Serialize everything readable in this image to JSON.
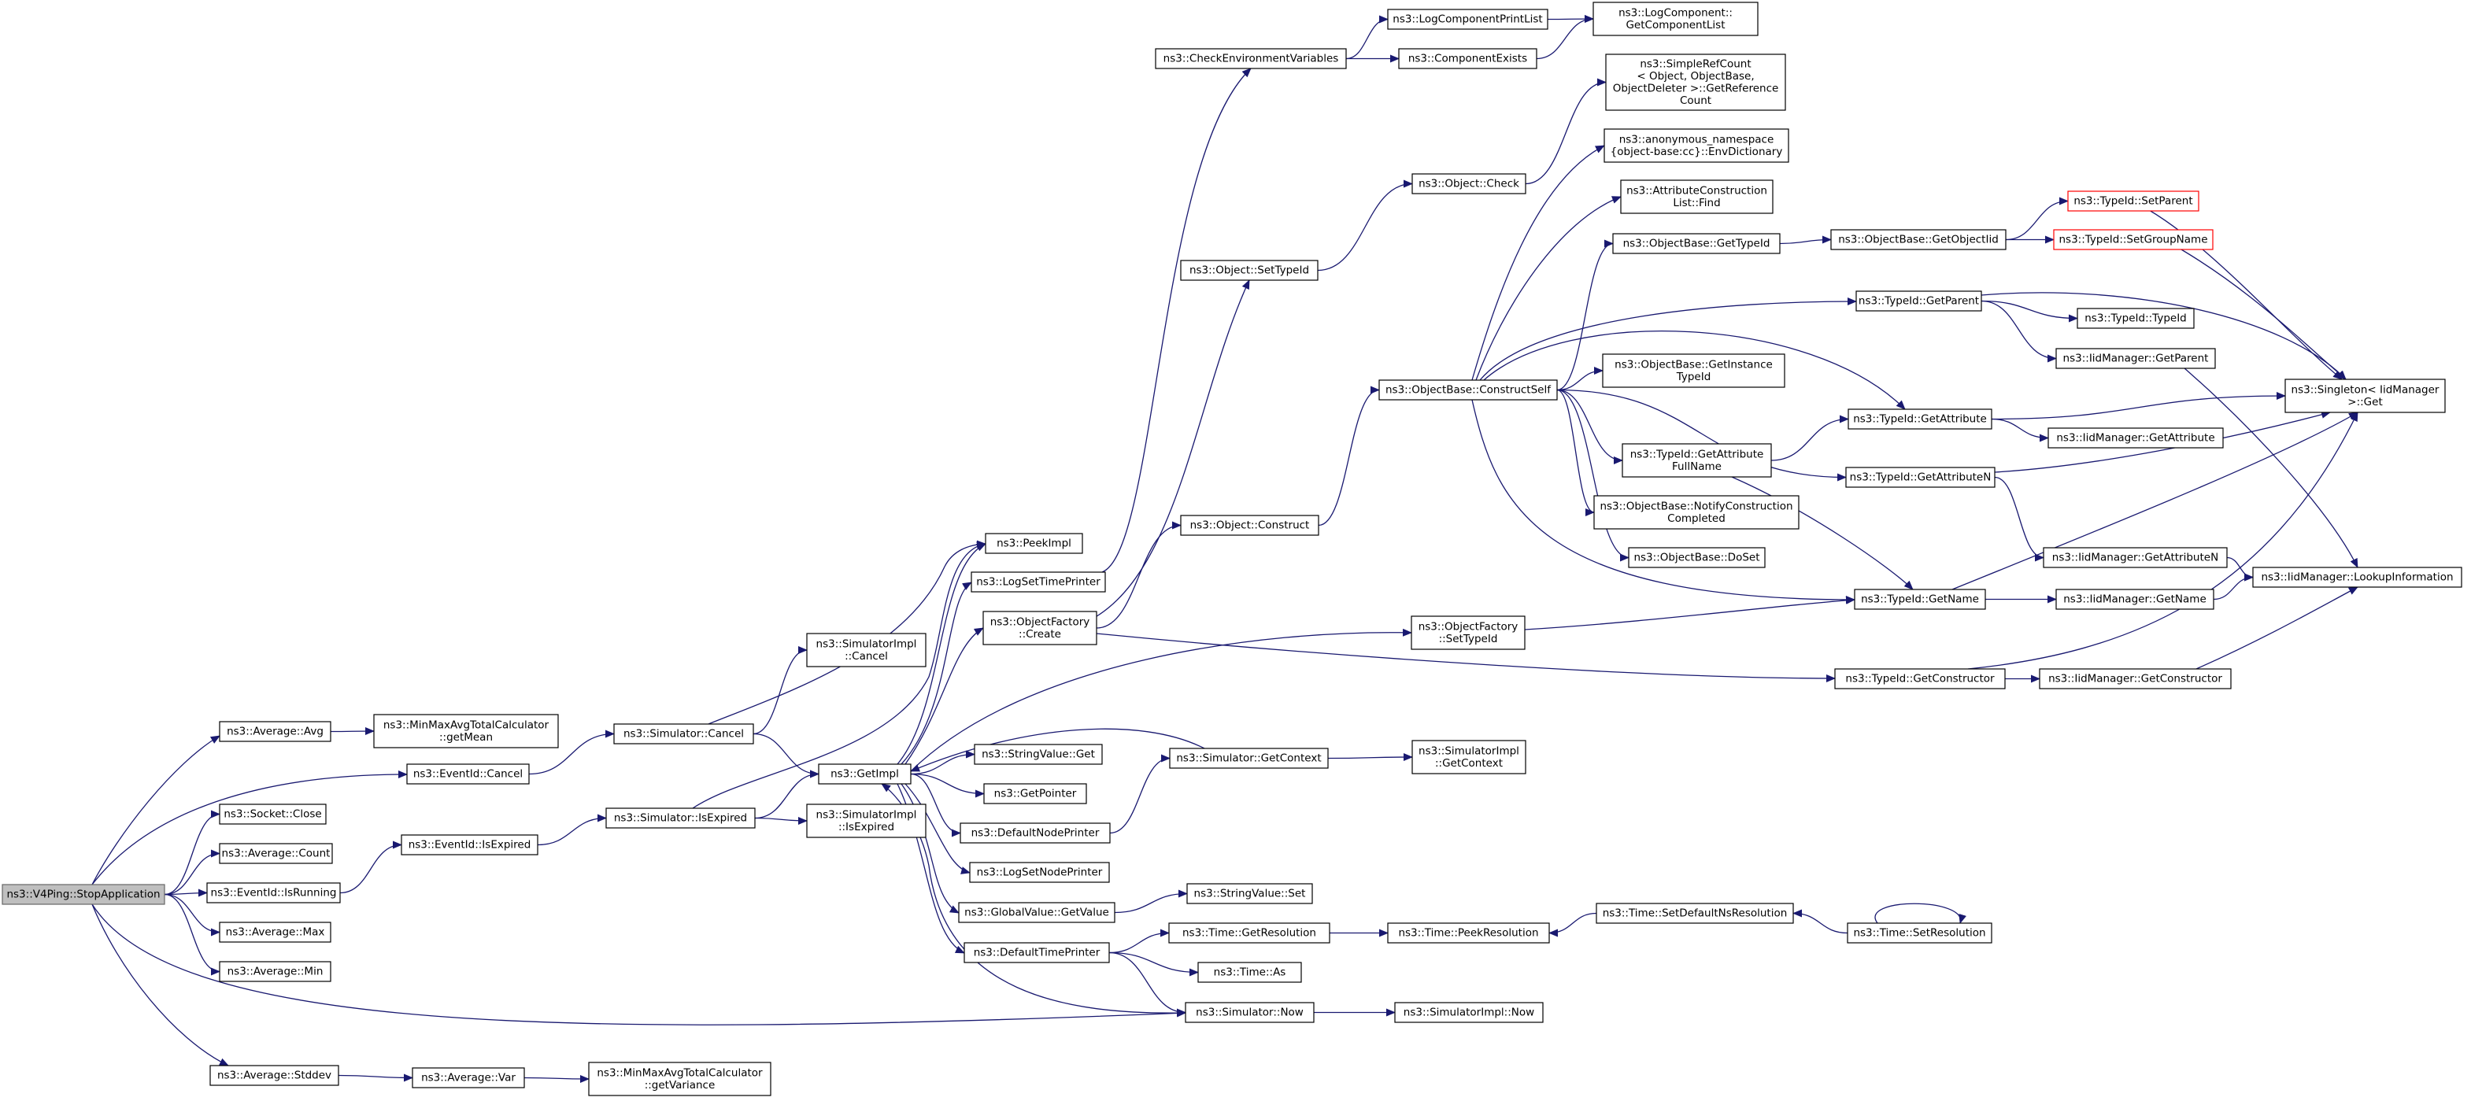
{
  "colors": {
    "edge": "#191970",
    "root_fill": "#bfbfbf",
    "red_border": "#ff0000",
    "node_border": "#000000"
  },
  "nodes": [
    {
      "id": "root",
      "lines": [
        "ns3::V4Ping::StopApplication"
      ]
    },
    {
      "id": "avg",
      "lines": [
        "ns3::Average::Avg"
      ]
    },
    {
      "id": "getmean",
      "lines": [
        "ns3::MinMaxAvgTotalCalculator",
        "::getMean"
      ]
    },
    {
      "id": "evcancel",
      "lines": [
        "ns3::EventId::Cancel"
      ]
    },
    {
      "id": "simcancel",
      "lines": [
        "ns3::Simulator::Cancel"
      ]
    },
    {
      "id": "simimplcancel",
      "lines": [
        "ns3::SimulatorImpl",
        "::Cancel"
      ]
    },
    {
      "id": "sockclose",
      "lines": [
        "ns3::Socket::Close"
      ]
    },
    {
      "id": "avgcount",
      "lines": [
        "ns3::Average::Count"
      ]
    },
    {
      "id": "isrunning",
      "lines": [
        "ns3::EventId::IsRunning"
      ]
    },
    {
      "id": "evisexpired",
      "lines": [
        "ns3::EventId::IsExpired"
      ]
    },
    {
      "id": "simisexpired",
      "lines": [
        "ns3::Simulator::IsExpired"
      ]
    },
    {
      "id": "simimplisexpired",
      "lines": [
        "ns3::SimulatorImpl",
        "::IsExpired"
      ]
    },
    {
      "id": "avgmax",
      "lines": [
        "ns3::Average::Max"
      ]
    },
    {
      "id": "avgmin",
      "lines": [
        "ns3::Average::Min"
      ]
    },
    {
      "id": "stddev",
      "lines": [
        "ns3::Average::Stddev"
      ]
    },
    {
      "id": "avgvar",
      "lines": [
        "ns3::Average::Var"
      ]
    },
    {
      "id": "getvariance",
      "lines": [
        "ns3::MinMaxAvgTotalCalculator",
        "::getVariance"
      ]
    },
    {
      "id": "getimpl",
      "lines": [
        "ns3::GetImpl"
      ]
    },
    {
      "id": "peekimpl",
      "lines": [
        "ns3::PeekImpl"
      ]
    },
    {
      "id": "logsettime",
      "lines": [
        "ns3::LogSetTimePrinter"
      ]
    },
    {
      "id": "objfactcreate",
      "lines": [
        "ns3::ObjectFactory",
        "::Create"
      ]
    },
    {
      "id": "stringget",
      "lines": [
        "ns3::StringValue::Get"
      ]
    },
    {
      "id": "getpointer",
      "lines": [
        "ns3::GetPointer"
      ]
    },
    {
      "id": "defnodeprinter",
      "lines": [
        "ns3::DefaultNodePrinter"
      ]
    },
    {
      "id": "logsetnode",
      "lines": [
        "ns3::LogSetNodePrinter"
      ]
    },
    {
      "id": "globalget",
      "lines": [
        "ns3::GlobalValue::GetValue"
      ]
    },
    {
      "id": "deftimeprinter",
      "lines": [
        "ns3::DefaultTimePrinter"
      ]
    },
    {
      "id": "checkenv",
      "lines": [
        "ns3::CheckEnvironmentVariables"
      ]
    },
    {
      "id": "logprintlist",
      "lines": [
        "ns3::LogComponentPrintList"
      ]
    },
    {
      "id": "getcomplist",
      "lines": [
        "ns3::LogComponent::",
        "GetComponentList"
      ]
    },
    {
      "id": "compexists",
      "lines": [
        "ns3::ComponentExists"
      ]
    },
    {
      "id": "objsettypeid",
      "lines": [
        "ns3::Object::SetTypeId"
      ]
    },
    {
      "id": "objcheck",
      "lines": [
        "ns3::Object::Check"
      ]
    },
    {
      "id": "simplerefcount",
      "lines": [
        "ns3::SimpleRefCount",
        "< Object, ObjectBase,",
        "ObjectDeleter >::GetReference",
        "Count"
      ]
    },
    {
      "id": "objconstruct",
      "lines": [
        "ns3::Object::Construct"
      ]
    },
    {
      "id": "constructself",
      "lines": [
        "ns3::ObjectBase::ConstructSelf"
      ]
    },
    {
      "id": "envdict",
      "lines": [
        "ns3::anonymous_namespace",
        "{object-base:cc}::EnvDictionary"
      ]
    },
    {
      "id": "attrlistfind",
      "lines": [
        "ns3::AttributeConstruction",
        "List::Find"
      ]
    },
    {
      "id": "obgettypeid",
      "lines": [
        "ns3::ObjectBase::GetTypeId"
      ]
    },
    {
      "id": "getobjectiid",
      "lines": [
        "ns3::ObjectBase::GetObjectIid"
      ]
    },
    {
      "id": "setparent",
      "lines": [
        "ns3::TypeId::SetParent"
      ]
    },
    {
      "id": "setgroupname",
      "lines": [
        "ns3::TypeId::SetGroupName"
      ]
    },
    {
      "id": "tgetparent",
      "lines": [
        "ns3::TypeId::GetParent"
      ]
    },
    {
      "id": "ttypeid",
      "lines": [
        "ns3::TypeId::TypeId"
      ]
    },
    {
      "id": "iidgetparent",
      "lines": [
        "ns3::IidManager::GetParent"
      ]
    },
    {
      "id": "singleton",
      "lines": [
        "ns3::Singleton< IidManager",
        ">::Get"
      ]
    },
    {
      "id": "getinstancetypeid",
      "lines": [
        "ns3::ObjectBase::GetInstance",
        "TypeId"
      ]
    },
    {
      "id": "tgetattribute",
      "lines": [
        "ns3::TypeId::GetAttribute"
      ]
    },
    {
      "id": "iidgetattribute",
      "lines": [
        "ns3::IidManager::GetAttribute"
      ]
    },
    {
      "id": "getattrfullname",
      "lines": [
        "ns3::TypeId::GetAttribute",
        "FullName"
      ]
    },
    {
      "id": "tgetattributen",
      "lines": [
        "ns3::TypeId::GetAttributeN"
      ]
    },
    {
      "id": "notifyconstruction",
      "lines": [
        "ns3::ObjectBase::NotifyConstruction",
        "Completed"
      ]
    },
    {
      "id": "doset",
      "lines": [
        "ns3::ObjectBase::DoSet"
      ]
    },
    {
      "id": "iidgetattributen",
      "lines": [
        "ns3::IidManager::GetAttributeN"
      ]
    },
    {
      "id": "lookupinfo",
      "lines": [
        "ns3::IidManager::LookupInformation"
      ]
    },
    {
      "id": "tgetname",
      "lines": [
        "ns3::TypeId::GetName"
      ]
    },
    {
      "id": "iidgetname",
      "lines": [
        "ns3::IidManager::GetName"
      ]
    },
    {
      "id": "objfactsettypeid",
      "lines": [
        "ns3::ObjectFactory",
        "::SetTypeId"
      ]
    },
    {
      "id": "tgetconstructor",
      "lines": [
        "ns3::TypeId::GetConstructor"
      ]
    },
    {
      "id": "iidgetconstructor",
      "lines": [
        "ns3::IidManager::GetConstructor"
      ]
    },
    {
      "id": "simgetcontext",
      "lines": [
        "ns3::Simulator::GetContext"
      ]
    },
    {
      "id": "simimplgetcontext",
      "lines": [
        "ns3::SimulatorImpl",
        "::GetContext"
      ]
    },
    {
      "id": "stringset",
      "lines": [
        "ns3::StringValue::Set"
      ]
    },
    {
      "id": "timegetres",
      "lines": [
        "ns3::Time::GetResolution"
      ]
    },
    {
      "id": "peekres",
      "lines": [
        "ns3::Time::PeekResolution"
      ]
    },
    {
      "id": "setdefaultns",
      "lines": [
        "ns3::Time::SetDefaultNsResolution"
      ]
    },
    {
      "id": "setres",
      "lines": [
        "ns3::Time::SetResolution"
      ]
    },
    {
      "id": "timeas",
      "lines": [
        "ns3::Time::As"
      ]
    },
    {
      "id": "simnow",
      "lines": [
        "ns3::Simulator::Now"
      ]
    },
    {
      "id": "simimplnow",
      "lines": [
        "ns3::SimulatorImpl::Now"
      ]
    }
  ]
}
